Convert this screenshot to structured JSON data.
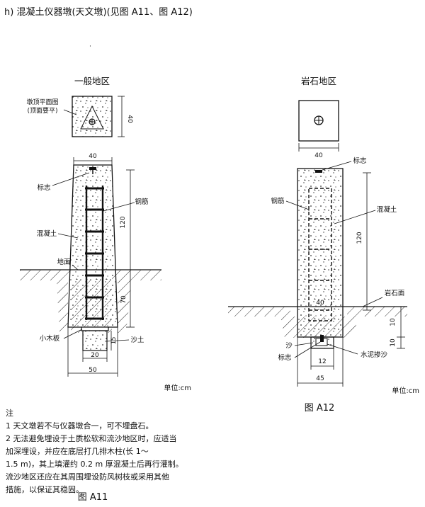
{
  "heading": "h) 混凝土仪器墩(天文墩)(见图 A11、图 A12)",
  "left": {
    "title": "一般地区",
    "plan_label_1": "墩顶平面图",
    "plan_label_2": "(顶面要平)",
    "dim_plan": "40",
    "dim_top": "40",
    "label_mark": "标志",
    "label_rebar": "钢筋",
    "label_concrete": "混凝土",
    "label_ground": "地面",
    "dim_above": "120",
    "dim_below": "70",
    "label_board": "小木板",
    "label_sand": "沙土",
    "dim_15": "15",
    "dim_20": "20",
    "dim_50": "50",
    "unit": "单位:cm",
    "caption": "图 A11"
  },
  "right": {
    "title": "岩石地区",
    "dim_plan": "40",
    "label_mark": "标志",
    "label_rebar": "钢筋",
    "label_concrete": "混凝土",
    "dim_120": "120",
    "dim_40": "40",
    "label_rock": "岩石面",
    "dim_10a": "10",
    "dim_10b": "10",
    "label_sand": "沙",
    "label_mark2": "标志",
    "label_cement": "水泥掺沙",
    "dim_12": "12",
    "dim_45": "45",
    "unit": "单位:cm",
    "caption": "图 A12"
  },
  "notes": {
    "title": "注",
    "lines": [
      "1   天文墩若不与仪器墩合一，可不埋盘石。",
      "2   无法避免埋设于土质松软和流沙地区时，应适当",
      "     加深埋设，并应在底层打几排木柱(长 1～",
      "     1.5 m)，其上填灌约 0.2 m 厚混凝土后再行灌制。",
      "     流沙地区还应在其周围埋设防风树枝或采用其他",
      "     措施，以保证其稳固。"
    ]
  }
}
